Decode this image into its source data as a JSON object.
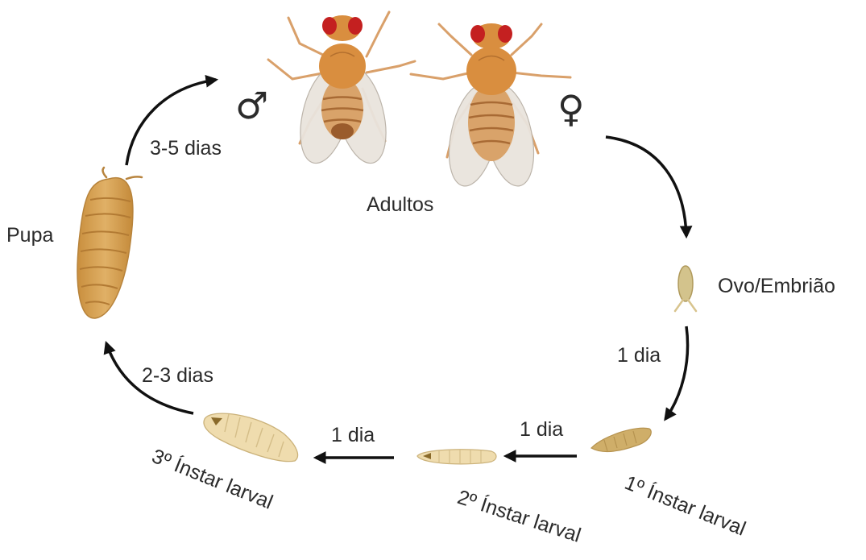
{
  "labels": {
    "adults": "Adultos",
    "male_symbol": "♂",
    "female_symbol": "♀",
    "egg": "Ovo/Embrião",
    "first_instar": "1º Ínstar larval",
    "second_instar": "2º Ínstar larval",
    "third_instar": "3º Ínstar larval",
    "pupa": "Pupa"
  },
  "durations": {
    "egg_to_first": "1 dia",
    "first_to_second": "1 dia",
    "second_to_third": "1 dia",
    "third_to_pupa": "2-3 dias",
    "pupa_to_adult": "3-5 dias"
  },
  "colors": {
    "arrow": "#111111",
    "text": "#2b2b2b",
    "fly_body": "#d98e3f",
    "fly_eye": "#c42020",
    "fly_abdomen": "#d9a36a",
    "wing": "#e9e4dd",
    "pupa": "#d7a456",
    "egg": "#d3c38c",
    "larva_pale": "#efdcae",
    "larva_dark": "#cfae69"
  }
}
